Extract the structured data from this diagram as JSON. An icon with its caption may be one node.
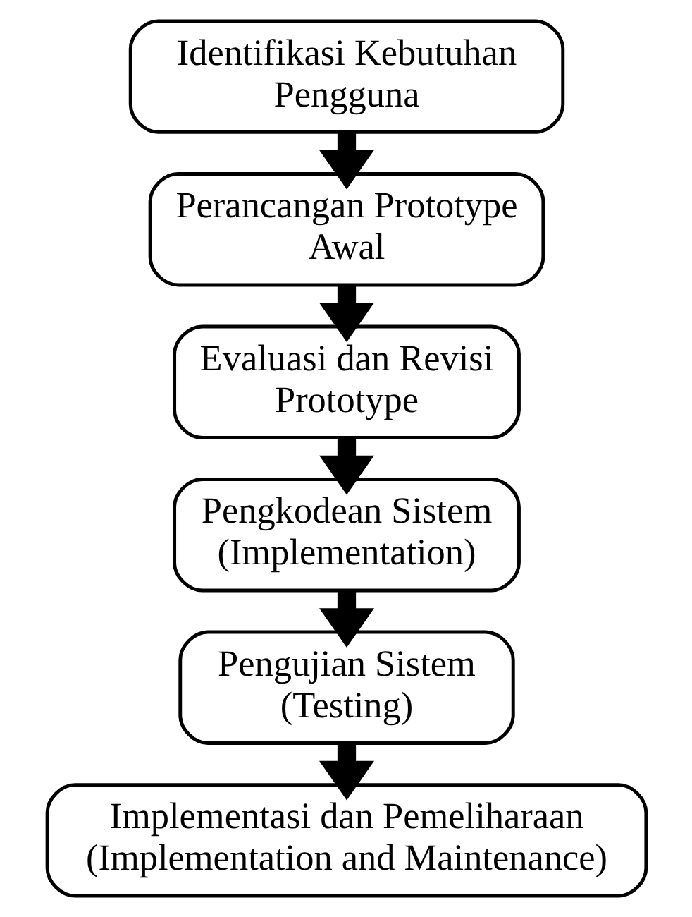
{
  "diagram": {
    "nodes": [
      {
        "text": [
          "Identifikasi Kebutuhan Pengguna"
        ]
      },
      {
        "text": [
          "Perancangan Prototype Awal"
        ]
      },
      {
        "text": [
          "Evaluasi dan Revisi Prototype"
        ]
      },
      {
        "text": [
          "Pengkodean Sistem (Implementation)"
        ]
      },
      {
        "text": [
          "Pengujian Sistem (Testing)"
        ]
      },
      {
        "text": [
          "Implementasi dan Pemeliharaan (Implementation and Maintenance)"
        ]
      }
    ],
    "edges": [
      {
        "from": 0,
        "to": 1,
        "arrow": "to"
      },
      {
        "from": 1,
        "to": 2,
        "arrow": "to"
      },
      {
        "from": 2,
        "to": 3,
        "arrow": "to"
      },
      {
        "from": 3,
        "to": 4,
        "arrow": "to"
      },
      {
        "from": 4,
        "to": 5,
        "arrow": "to"
      }
    ]
  }
}
